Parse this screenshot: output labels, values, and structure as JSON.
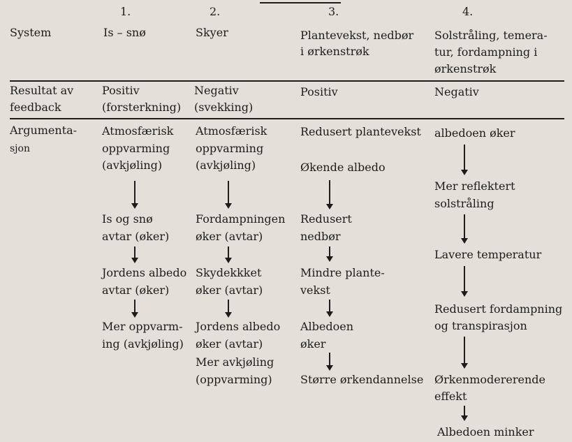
{
  "numbers": [
    "1.",
    "2.",
    "3.",
    "4."
  ],
  "system": {
    "label": "System",
    "col1": "Is – snø",
    "col2": "Skyer",
    "col3": [
      "Plantevekst, nedbør",
      "i ørkenstrøk"
    ],
    "col4": [
      "Solstråling, temera-",
      "tur, fordampning i",
      "ørkenstrøk"
    ]
  },
  "result": {
    "label": [
      "Resultat av",
      "feedback"
    ],
    "col1": [
      "Positiv",
      "(forsterkning)"
    ],
    "col2": [
      "Negativ",
      "(svekking)"
    ],
    "col3": "Positiv",
    "col4": "Negativ"
  },
  "argument": {
    "label": [
      "Argumenta-",
      "sjon"
    ],
    "col1": {
      "s1": [
        "Atmosfærisk",
        "oppvarming",
        "(avkjøling)"
      ],
      "s2": [
        "Is og snø",
        "avtar (øker)"
      ],
      "s3": [
        "Jordens albedo",
        "avtar (øker)"
      ],
      "s4": [
        "Mer oppvarm-",
        "ing (avkjøling)"
      ]
    },
    "col2": {
      "s1": [
        "Atmosfærisk",
        "oppvarming",
        "(avkjøling)"
      ],
      "s2": [
        "Fordampningen",
        "øker (avtar)"
      ],
      "s3": [
        "Skydekkket",
        "øker (avtar)"
      ],
      "s4": [
        "Jordens albedo",
        "øker (avtar)",
        "Mer avkjøling",
        "(oppvarming)"
      ]
    },
    "col3": {
      "s1": "Redusert plantevekst",
      "s2": "Økende albedo",
      "s3": [
        "Redusert",
        "nedbør"
      ],
      "s4": [
        "Mindre plante-",
        "vekst"
      ],
      "s5": [
        "Albedoen",
        "øker"
      ],
      "s6": "Større ørkendannelse"
    },
    "col4": {
      "s1": "albedoen øker",
      "s2": [
        "Mer reflektert",
        "solstråling"
      ],
      "s3": "Lavere temperatur",
      "s4": [
        "Redusert fordampning",
        "og transpirasjon"
      ],
      "s5": [
        "Ørkenmodererende",
        "effekt"
      ],
      "s6": "Albedoen minker"
    }
  }
}
